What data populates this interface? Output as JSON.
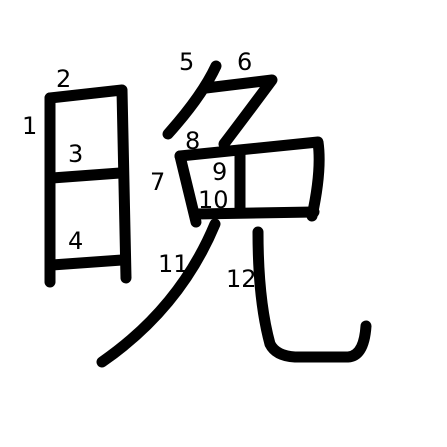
{
  "character": "晚",
  "stroke_numbers": [
    "1",
    "2",
    "3",
    "4",
    "5",
    "6",
    "7",
    "8",
    "9",
    "10",
    "11",
    "12"
  ],
  "colors": {
    "background": "#ffffff",
    "stroke": "#000000",
    "label": "#000000"
  }
}
